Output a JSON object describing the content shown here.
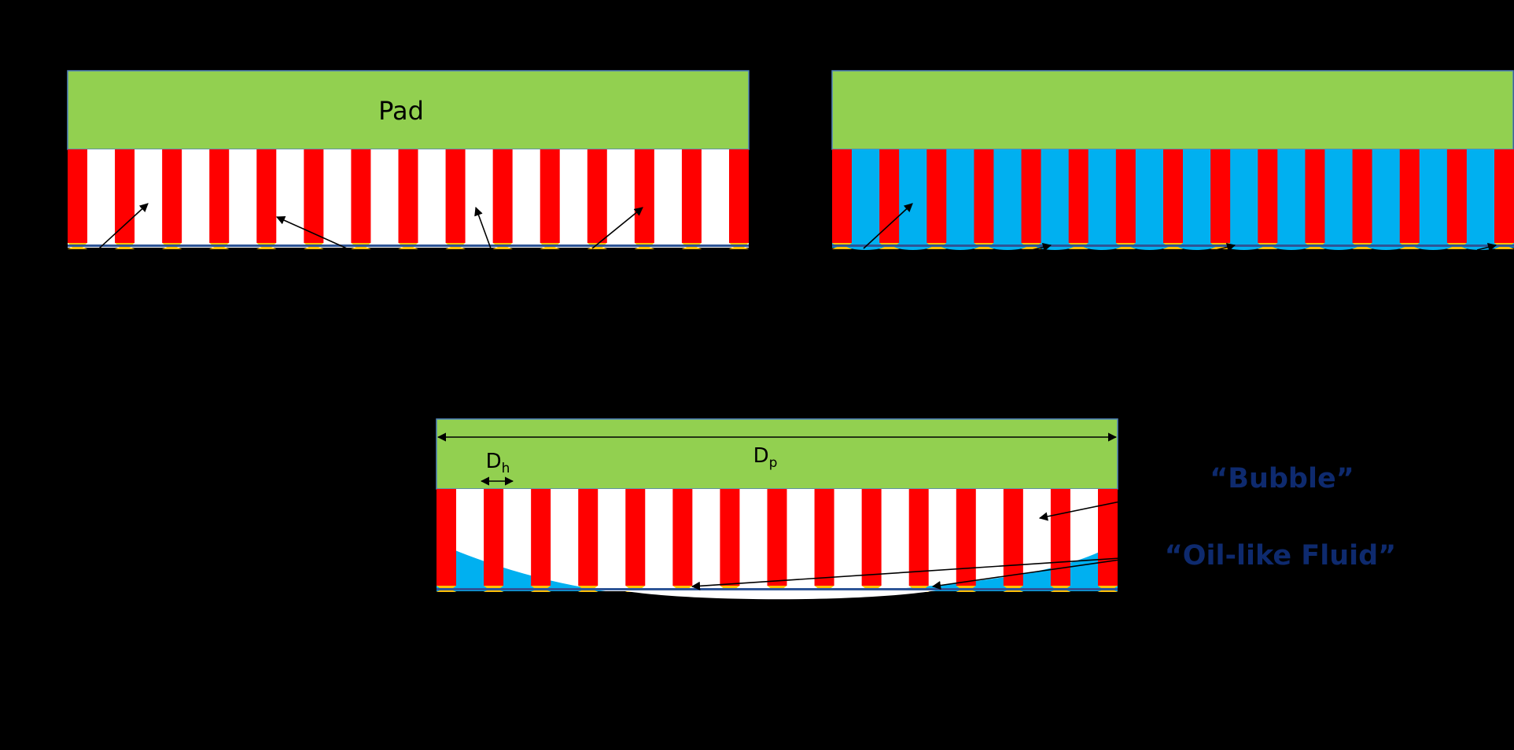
{
  "panels": [
    {
      "pad_label": "Pad",
      "fluid": "none"
    },
    {
      "pad_label": "",
      "fluid": "oil"
    },
    {
      "pad_label": "",
      "fluid": "oil-with-bubble"
    }
  ],
  "dimensions": {
    "hole": {
      "main": "D",
      "sub": "h"
    },
    "pad": {
      "main": "D",
      "sub": "p"
    }
  },
  "annotations": {
    "bubble": "“Bubble”",
    "oil": "“Oil-like Fluid”"
  },
  "colors": {
    "background": "#000000",
    "pad": "#92D050",
    "pillar": "#FF0000",
    "hole": "#FFFFFF",
    "fluid": "#00B0F0",
    "contact": "#FFC000",
    "annotation_text": "#0E2A6E"
  }
}
